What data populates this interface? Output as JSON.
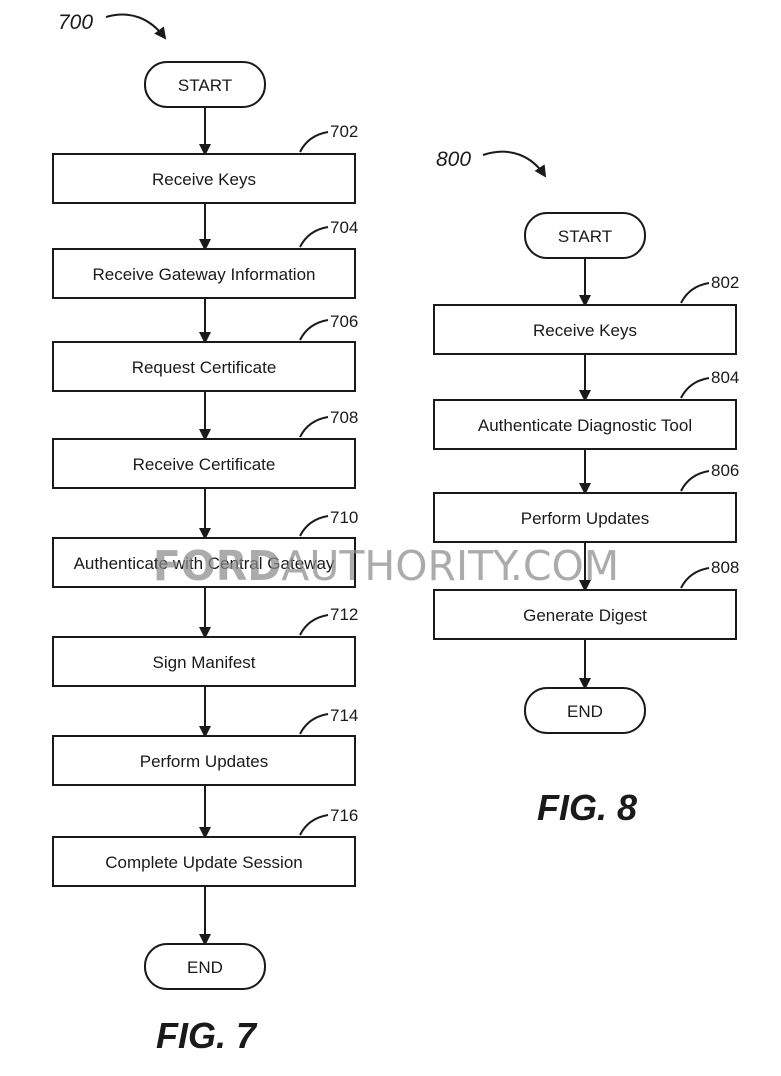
{
  "fig7": {
    "ref": "700",
    "caption": "FIG. 7",
    "start": "START",
    "end": "END",
    "steps": [
      {
        "ref": "702",
        "label": "Receive Keys"
      },
      {
        "ref": "704",
        "label": "Receive Gateway Information"
      },
      {
        "ref": "706",
        "label": "Request Certificate"
      },
      {
        "ref": "708",
        "label": "Receive Certificate"
      },
      {
        "ref": "710",
        "label": "Authenticate with Central Gateway"
      },
      {
        "ref": "712",
        "label": "Sign Manifest"
      },
      {
        "ref": "714",
        "label": "Perform Updates"
      },
      {
        "ref": "716",
        "label": "Complete Update Session"
      }
    ]
  },
  "fig8": {
    "ref": "800",
    "caption": "FIG. 8",
    "start": "START",
    "end": "END",
    "steps": [
      {
        "ref": "802",
        "label": "Receive Keys"
      },
      {
        "ref": "804",
        "label": "Authenticate Diagnostic Tool"
      },
      {
        "ref": "806",
        "label": "Perform Updates"
      },
      {
        "ref": "808",
        "label": "Generate Digest"
      }
    ]
  },
  "watermark": {
    "bold": "FORD",
    "rest": "AUTHORITY.COM"
  }
}
